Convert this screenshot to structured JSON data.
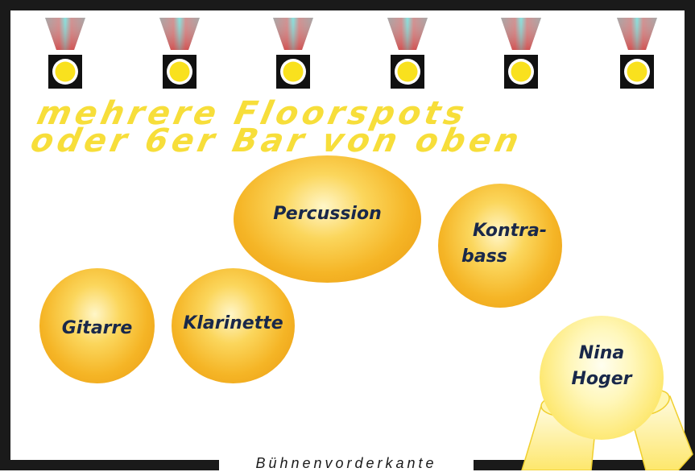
{
  "title": {
    "line1": "mehrere Floorspots",
    "line2": "oder 6er Bar von oben"
  },
  "lights": [
    {
      "name": "floorspot-1"
    },
    {
      "name": "floorspot-2"
    },
    {
      "name": "floorspot-3"
    },
    {
      "name": "floorspot-4"
    },
    {
      "name": "floorspot-5"
    },
    {
      "name": "floorspot-6"
    }
  ],
  "positions": {
    "percussion": "Percussion",
    "kontrabass_line1": "Kontra-",
    "kontrabass_line2": "bass",
    "gitarre": "Gitarre",
    "klarinette": "Klarinette",
    "nina_line1": "Nina",
    "nina_line2": "Hoger"
  },
  "stage_front_label": "Bühnenvorderkante",
  "top_mark": "„",
  "colors": {
    "border": "#1a1a1a",
    "headline": "#f7de3a",
    "position_fill": "#f5b526",
    "spotlight_fill": "#fde76c",
    "lamp_housing": "#111111",
    "lamp_bulb": "#f9e11e",
    "text": "#19284a"
  }
}
